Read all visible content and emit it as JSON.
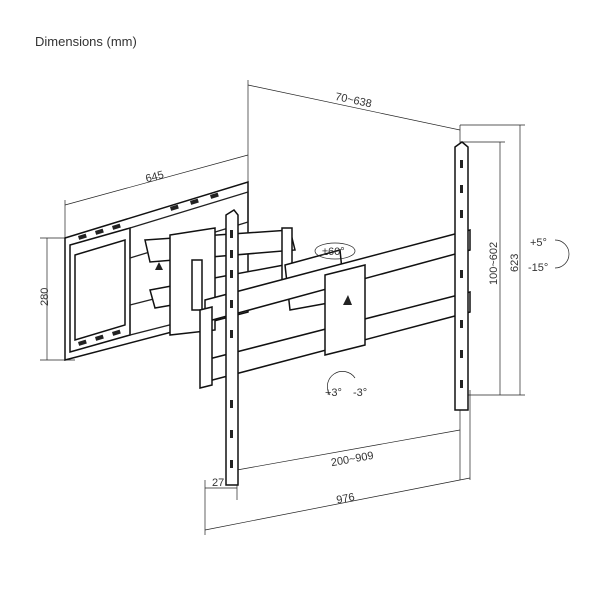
{
  "title": "Dimensions (mm)",
  "dimensions": {
    "arm_extension": "70~638",
    "wall_plate_width": "645",
    "wall_plate_height": "280",
    "swivel": "±60°",
    "tilt_up": "+5°",
    "tilt_down": "-15°",
    "overall_height": "623",
    "vesa_vertical": "100~602",
    "level_plus": "+3°",
    "level_minus": "-3°",
    "vesa_horizontal": "200~909",
    "overall_width": "976",
    "rail_offset": "27"
  }
}
